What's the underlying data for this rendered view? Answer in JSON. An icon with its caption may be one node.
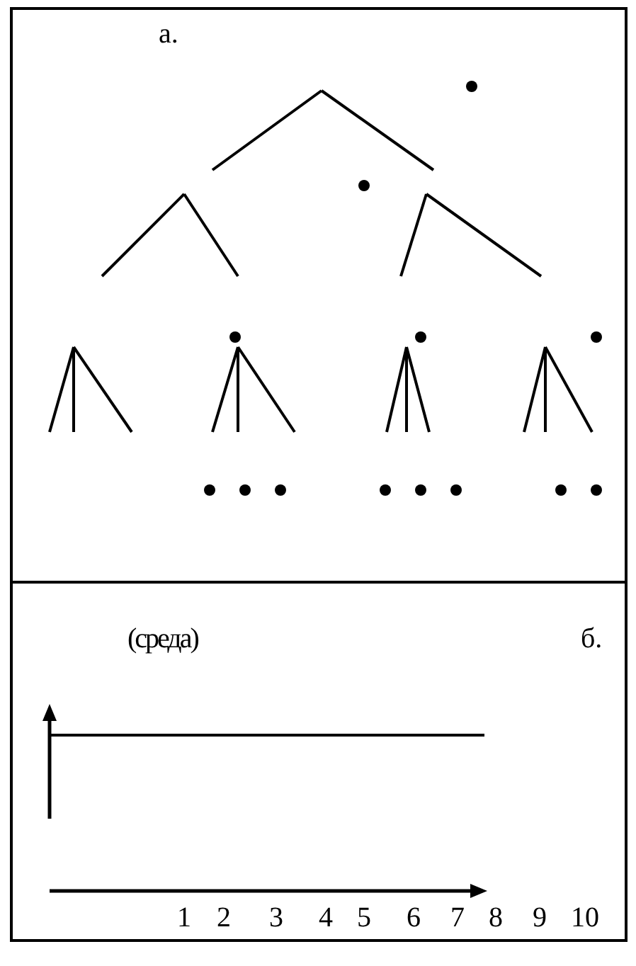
{
  "diagram": {
    "labels": [
      "а.",
      "(среда)",
      "б.",
      "1",
      "2",
      "3",
      "4",
      "5",
      "6",
      "7",
      "8",
      "9",
      "10"
    ]
  }
}
